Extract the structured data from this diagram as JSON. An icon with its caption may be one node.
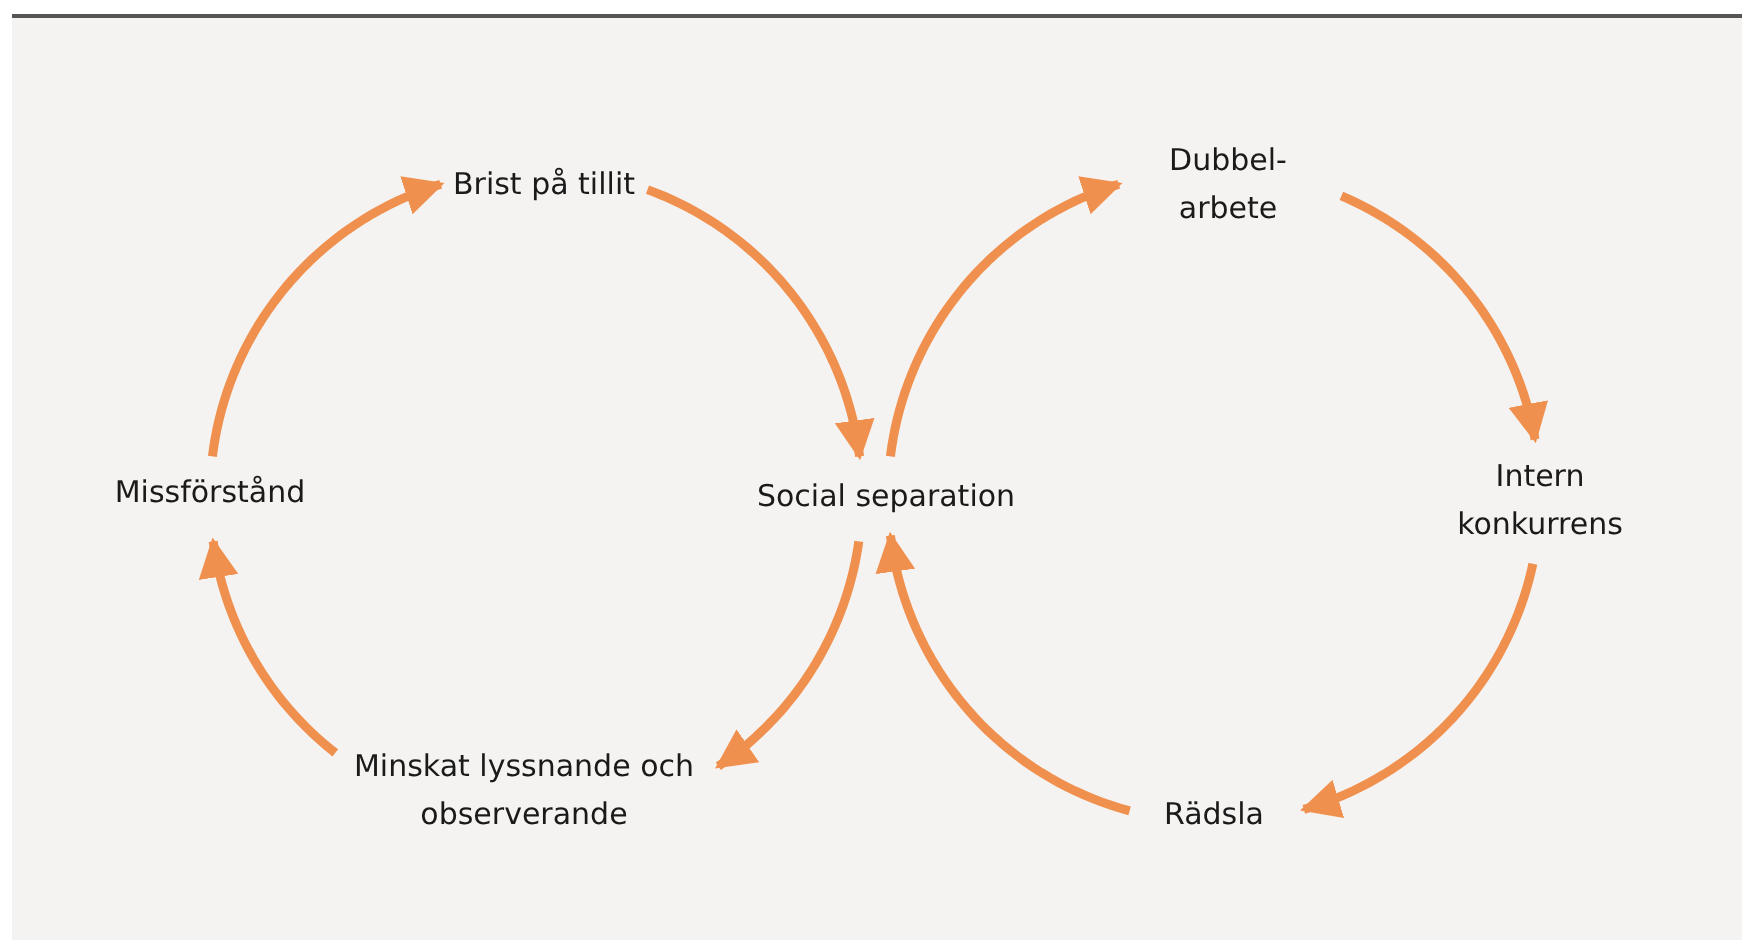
{
  "diagram": {
    "nodes": [
      {
        "text": [
          "Brist på tillit"
        ]
      },
      {
        "text": [
          "Dubbel-arbete"
        ]
      },
      {
        "text": [
          "Missförstånd"
        ]
      },
      {
        "text": [
          "Social separation"
        ]
      },
      {
        "text": [
          "Intern konkurrens"
        ]
      },
      {
        "text": [
          "Minskat lyssnande och observerande"
        ]
      },
      {
        "text": [
          "Rädsla"
        ]
      }
    ],
    "edges": [
      {
        "from": 0,
        "to": 3,
        "arrow": "to"
      },
      {
        "from": 3,
        "to": 1,
        "arrow": "to"
      },
      {
        "from": 1,
        "to": 4,
        "arrow": "to"
      },
      {
        "from": 4,
        "to": 6,
        "arrow": "to"
      },
      {
        "from": 6,
        "to": 3,
        "arrow": "to"
      },
      {
        "from": 3,
        "to": 5,
        "arrow": "to"
      },
      {
        "from": 5,
        "to": 2,
        "arrow": "to"
      },
      {
        "from": 2,
        "to": 0,
        "arrow": "to"
      }
    ]
  }
}
